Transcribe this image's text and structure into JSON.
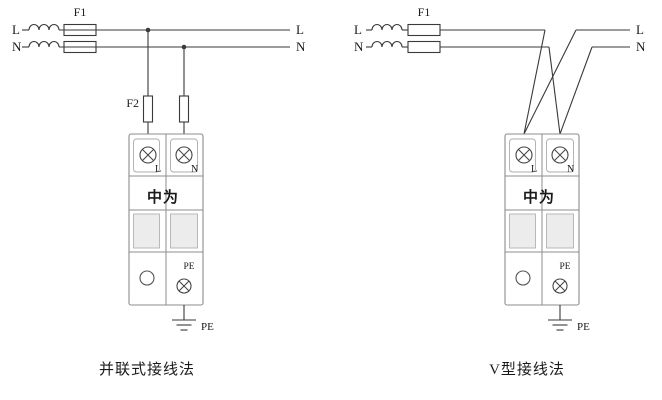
{
  "colors": {
    "wire": "#3a3a3a",
    "device-outline": "#8c8c8c",
    "window-fill": "#ececec"
  },
  "left": {
    "line_l_in": "L",
    "line_n_in": "N",
    "line_l_out": "L",
    "line_n_out": "N",
    "fuse1_label": "F1",
    "fuse2_label": "F2",
    "device": {
      "terminal_l": "L",
      "terminal_n": "N",
      "pe": "PE",
      "brand": "中为"
    },
    "ground_label": "PE",
    "caption": "并联式接线法"
  },
  "right": {
    "line_l_in": "L",
    "line_n_in": "N",
    "line_l_out": "L",
    "line_n_out": "N",
    "fuse1_label": "F1",
    "device": {
      "terminal_l": "L",
      "terminal_n": "N",
      "pe": "PE",
      "brand": "中为"
    },
    "ground_label": "PE",
    "caption": "V型接线法"
  }
}
